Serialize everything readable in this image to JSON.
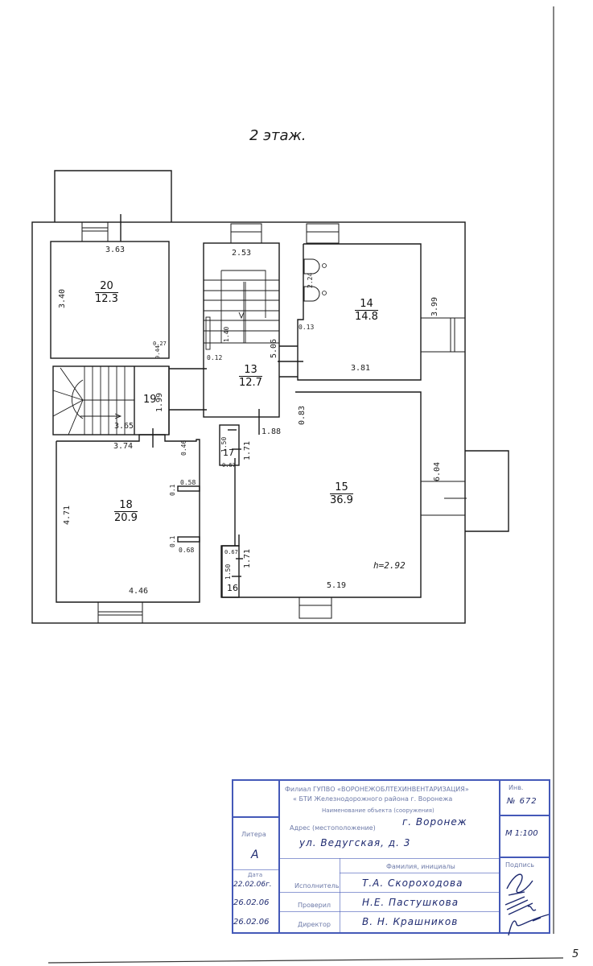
{
  "title": "2 этаж.",
  "page_number": "5",
  "rooms": {
    "r20": {
      "num": "20",
      "area": "12.3"
    },
    "r19": {
      "num": "19"
    },
    "r18": {
      "num": "18",
      "area": "20.9"
    },
    "r13": {
      "num": "13",
      "area": "12.7"
    },
    "r14": {
      "num": "14",
      "area": "14.8"
    },
    "r15": {
      "num": "15",
      "area": "36.9"
    },
    "r17": {
      "num": "17"
    },
    "r16": {
      "num": "16"
    }
  },
  "dimensions": {
    "d363": "3.63",
    "d340": "3.40",
    "d253": "2.53",
    "d399": "3.99",
    "d224": "2.24",
    "d013": "0.13",
    "d381": "3.81",
    "d140": "1.40",
    "d506": "5.06",
    "d012": "0.12",
    "d027": "0.27",
    "d044": "0.44",
    "d199": "1.99",
    "d365": "3.65",
    "d374": "3.74",
    "d046": "0.46",
    "d083": "0.83",
    "d188": "1.88",
    "d150a": "1.50",
    "d171a": "1.71",
    "d067a": "0.67",
    "d604": "6.04",
    "d058": "0.58",
    "d01a": "0.1",
    "d01b": "0.1",
    "d068": "0.68",
    "d471": "4.71",
    "d446": "4.46",
    "d067b": "0.67",
    "d171b": "1.71",
    "d150b": "1.50",
    "d519": "5.19",
    "height": "h=2.92"
  },
  "stamp": {
    "org_line1": "Филиал ГУПВО «ВОРОНЕЖОБЛТЕХИНВЕНТАРИЗАЦИЯ»",
    "org_line2": "« БТИ Железнодорожного района г. Воронежа",
    "object_label": "Наименование объекта (сооружения)",
    "address_label": "Адрес (местоположение)",
    "address_city": "г. Воронеж",
    "address_street": "ул. Ведугская, д. 3",
    "litera_label": "Литера",
    "litera_value": "А",
    "inv_label": "Инв.",
    "inv_value": "№ 672",
    "scale_value": "М 1:100",
    "signature_label": "Подпись",
    "names_label": "Фамилия, инициалы",
    "date_label": "Дата",
    "rows": [
      {
        "date": "22.02.06г.",
        "role": "Исполнитель",
        "name": "Т.А. Скороходова"
      },
      {
        "date": "26.02.06",
        "role": "Проверил",
        "name": "Н.Е. Пастушкова"
      },
      {
        "date": "26.02.06",
        "role": "Директор",
        "name": "В. Н. Крашников"
      }
    ]
  }
}
